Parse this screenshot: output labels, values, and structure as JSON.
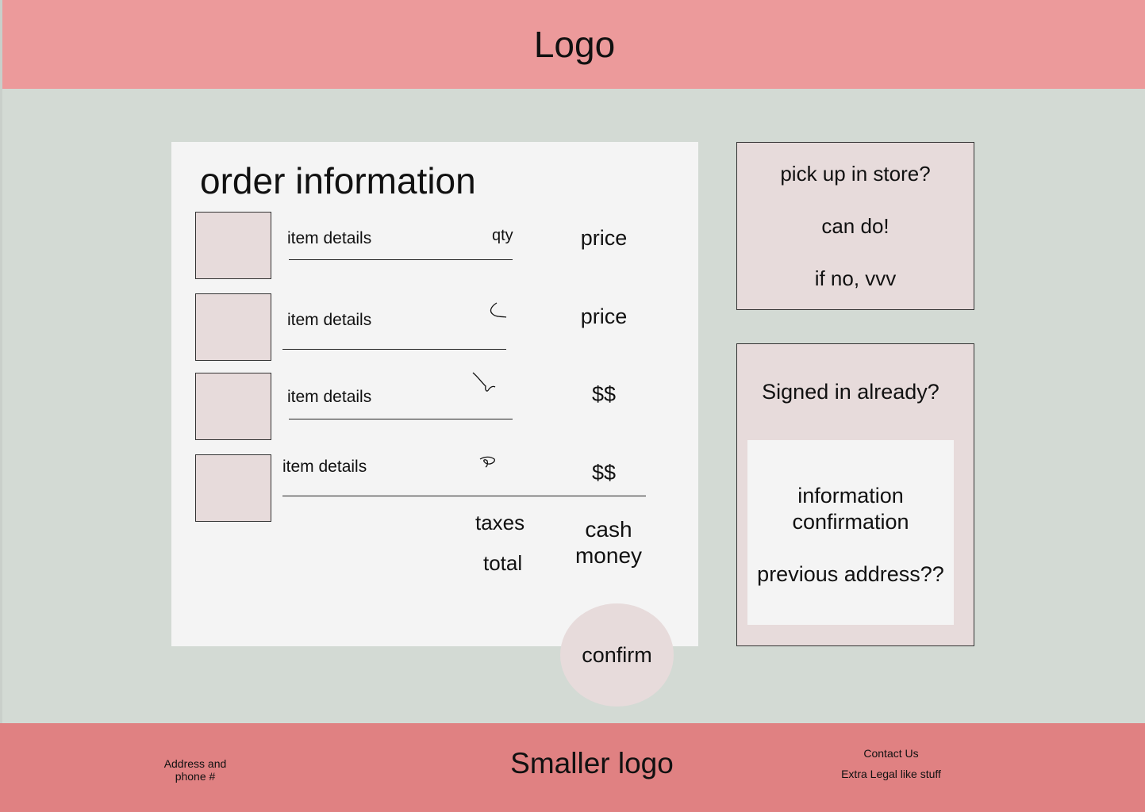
{
  "header": {
    "logo": "Logo"
  },
  "order": {
    "title": "order information",
    "items": [
      {
        "details": "item details",
        "qty": "qty",
        "price": "price"
      },
      {
        "details": "item details",
        "qty": "",
        "price": "price"
      },
      {
        "details": "item details",
        "qty": "",
        "price": "$$"
      },
      {
        "details": "item details",
        "qty": "",
        "price": "$$"
      }
    ],
    "taxes_label": "taxes",
    "total_label": "total",
    "summary_value": "cash money"
  },
  "confirm_label": "confirm",
  "pickup": {
    "question": "pick up in store?",
    "yes_text": "can do!",
    "no_text": "if no, vvv"
  },
  "signin": {
    "title": "Signed in already?",
    "info_confirmation": "information confirmation",
    "previous_address": "previous address??"
  },
  "footer": {
    "address": "Address and phone #",
    "logo": "Smaller logo",
    "contact": "Contact Us",
    "legal": "Extra Legal like stuff"
  },
  "colors": {
    "header_bg": "#ec9a9b",
    "footer_bg": "#e08182",
    "page_bg": "#d3dad4",
    "panel_bg": "#f4f4f4",
    "accent_pink": "#e7dbdb"
  }
}
